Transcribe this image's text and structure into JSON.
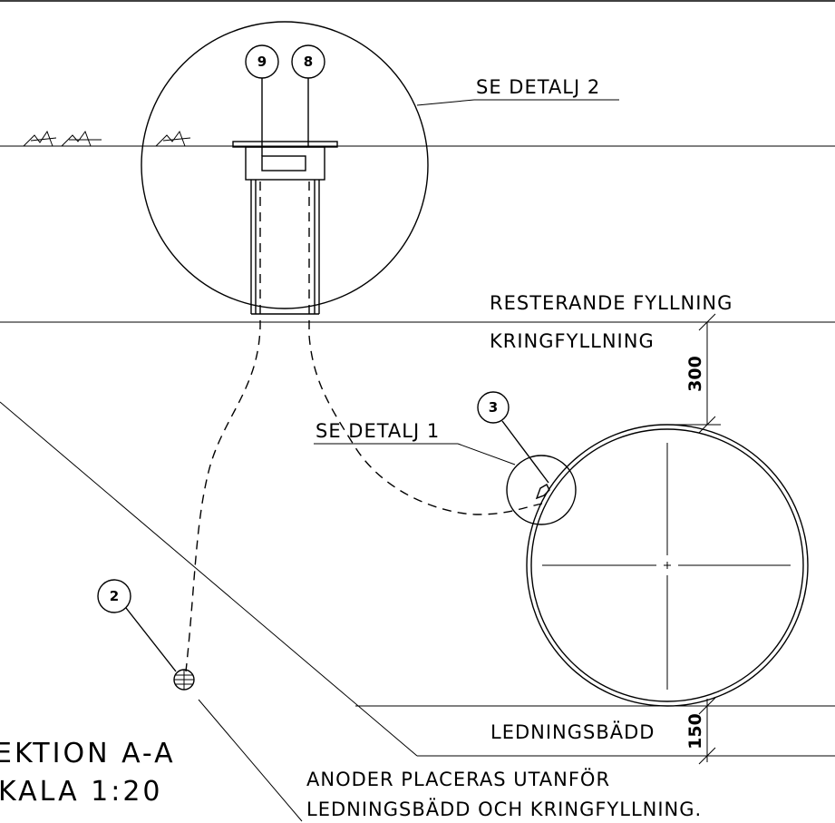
{
  "labels": {
    "detail2": "SE DETALJ 2",
    "detail1": "SE DETALJ 1",
    "remaining_fill": "RESTERANDE FYLLNING",
    "surround_fill": "KRINGFYLLNING",
    "pipe_bed": "LEDNINGSBÄDD",
    "anode_note_line1": "ANODER PLACERAS UTANFÖR",
    "anode_note_line2": "LEDNINGSBÄDD OCH KRINGFYLLNING.",
    "section_title": "EKTION A-A",
    "scale": "KALA 1:20"
  },
  "dimensions": {
    "cover": "300",
    "bed": "150"
  },
  "callouts": {
    "c9": "9",
    "c8": "8",
    "c3": "3",
    "c2": "2"
  }
}
